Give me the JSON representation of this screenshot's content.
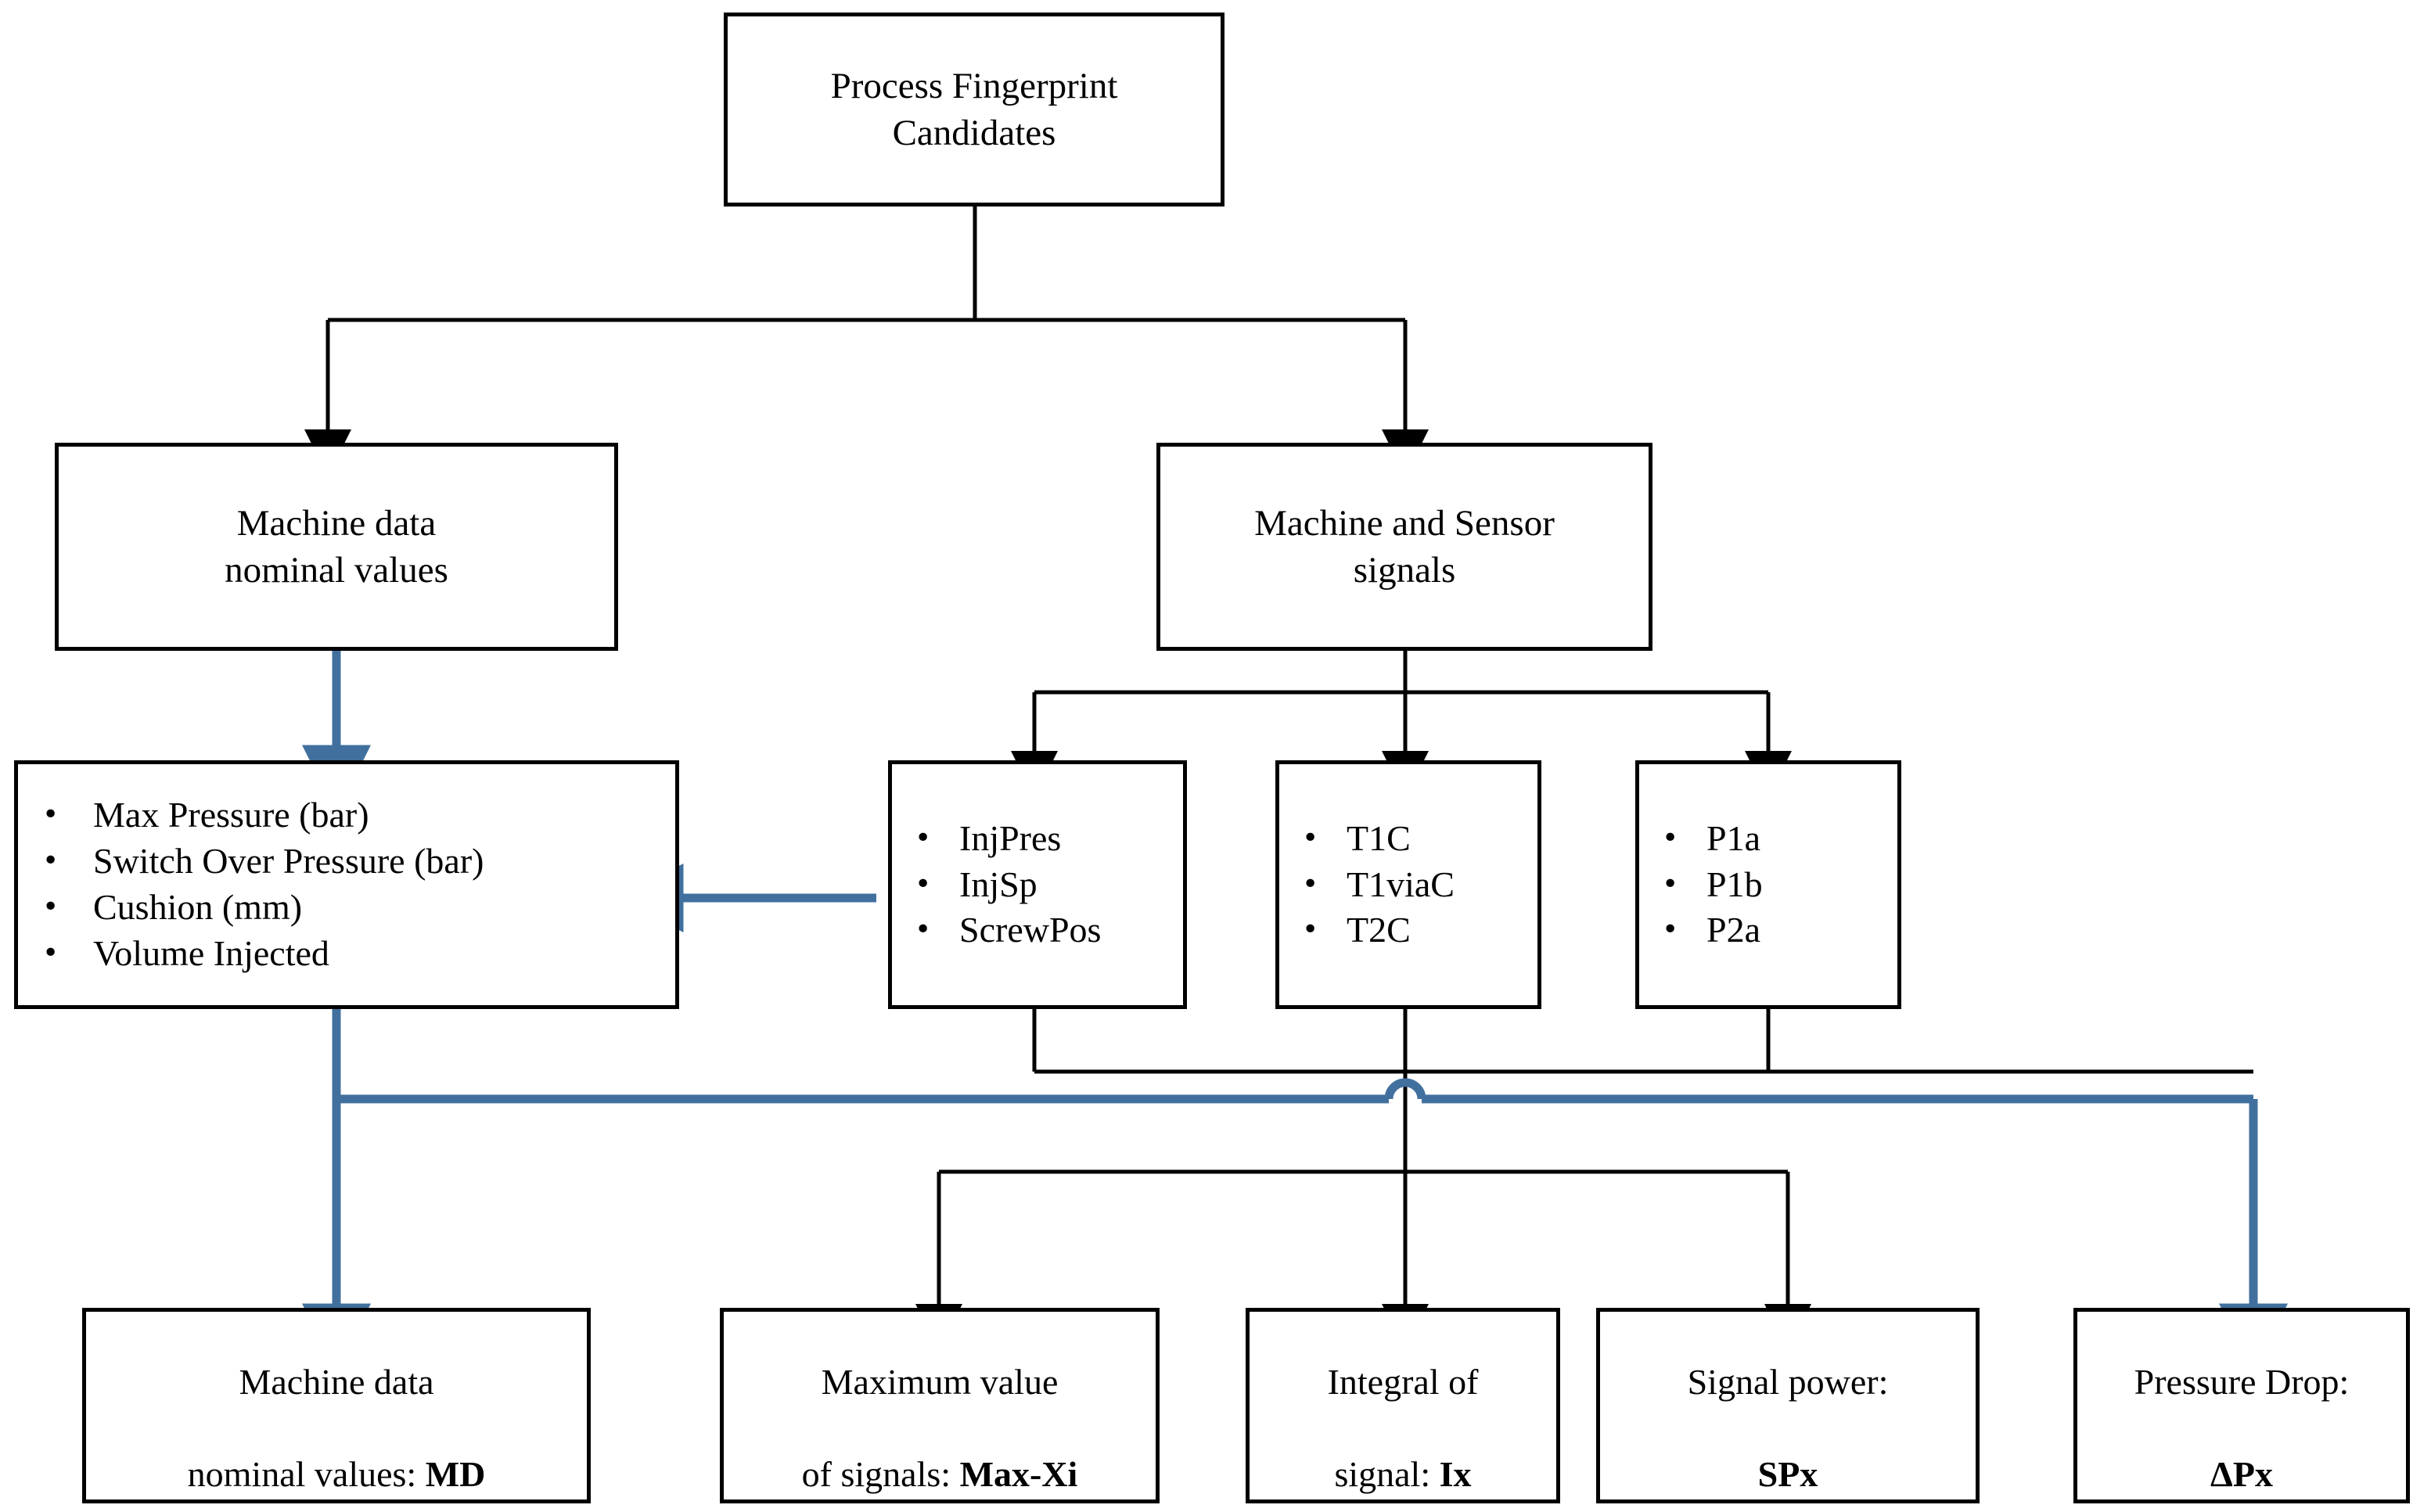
{
  "diagram": {
    "title_node": {
      "label": "Process Fingerprint\nCandidates"
    },
    "level2": [
      {
        "label": "Machine data\nnominal values"
      },
      {
        "label": "Machine and Sensor\nsignals"
      }
    ],
    "level3": [
      {
        "name": "machine-data-parameters",
        "items": [
          "Max Pressure (bar)",
          "Switch Over Pressure (bar)",
          "Cushion (mm)",
          "Volume Injected"
        ]
      },
      {
        "name": "injection-signals",
        "items": [
          "InjPres",
          "InjSp",
          "ScrewPos"
        ]
      },
      {
        "name": "temperature-signals",
        "items": [
          "T1C",
          "T1viaC",
          "T2C"
        ]
      },
      {
        "name": "pressure-signals",
        "items": [
          "P1a",
          "P1b",
          "P2a"
        ]
      }
    ],
    "outputs": [
      {
        "name": "machine-data-md",
        "line1": "Machine data",
        "line2_plain": "nominal values: ",
        "line2_bold": "MD"
      },
      {
        "name": "maximum-value-maxxi",
        "line1": "Maximum value",
        "line2_plain": "of signals: ",
        "line2_bold": "Max-Xi"
      },
      {
        "name": "integral-ix",
        "line1": "Integral of",
        "line2_plain": "signal: ",
        "line2_bold": "Ix"
      },
      {
        "name": "signal-power-spx",
        "line1": "Signal power:",
        "line2_plain": "",
        "line2_bold": "SPx"
      },
      {
        "name": "pressure-drop-dpx",
        "line1": "Pressure Drop:",
        "line2_plain": "",
        "line2_bold": "ΔPx"
      }
    ],
    "colors": {
      "connector_black": "#000000",
      "connector_blue": "#41709E",
      "box_border": "#000000",
      "background": "#FFFFFF",
      "text": "#000000"
    }
  }
}
